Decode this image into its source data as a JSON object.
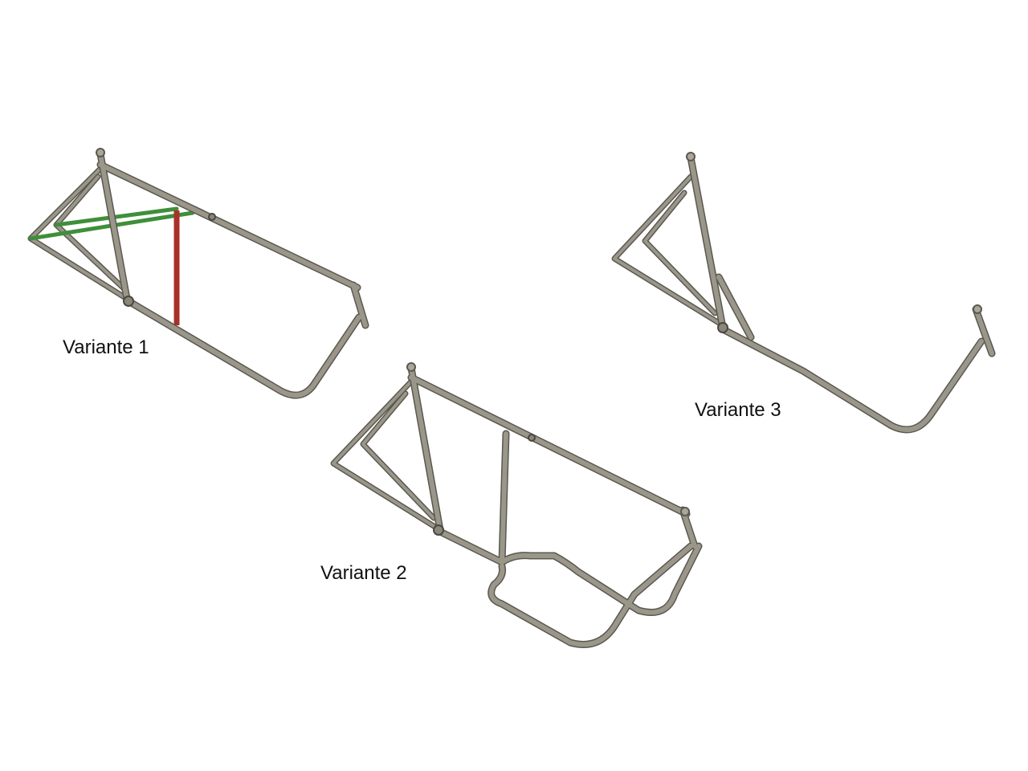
{
  "labels": {
    "variant1": "Variante 1",
    "variant2": "Variante 2",
    "variant3": "Variante 3"
  },
  "colors": {
    "tube": "#9a978a",
    "tube_outline": "#5a5850",
    "highlight_green": "#3f8f3a",
    "highlight_red": "#a83228"
  }
}
